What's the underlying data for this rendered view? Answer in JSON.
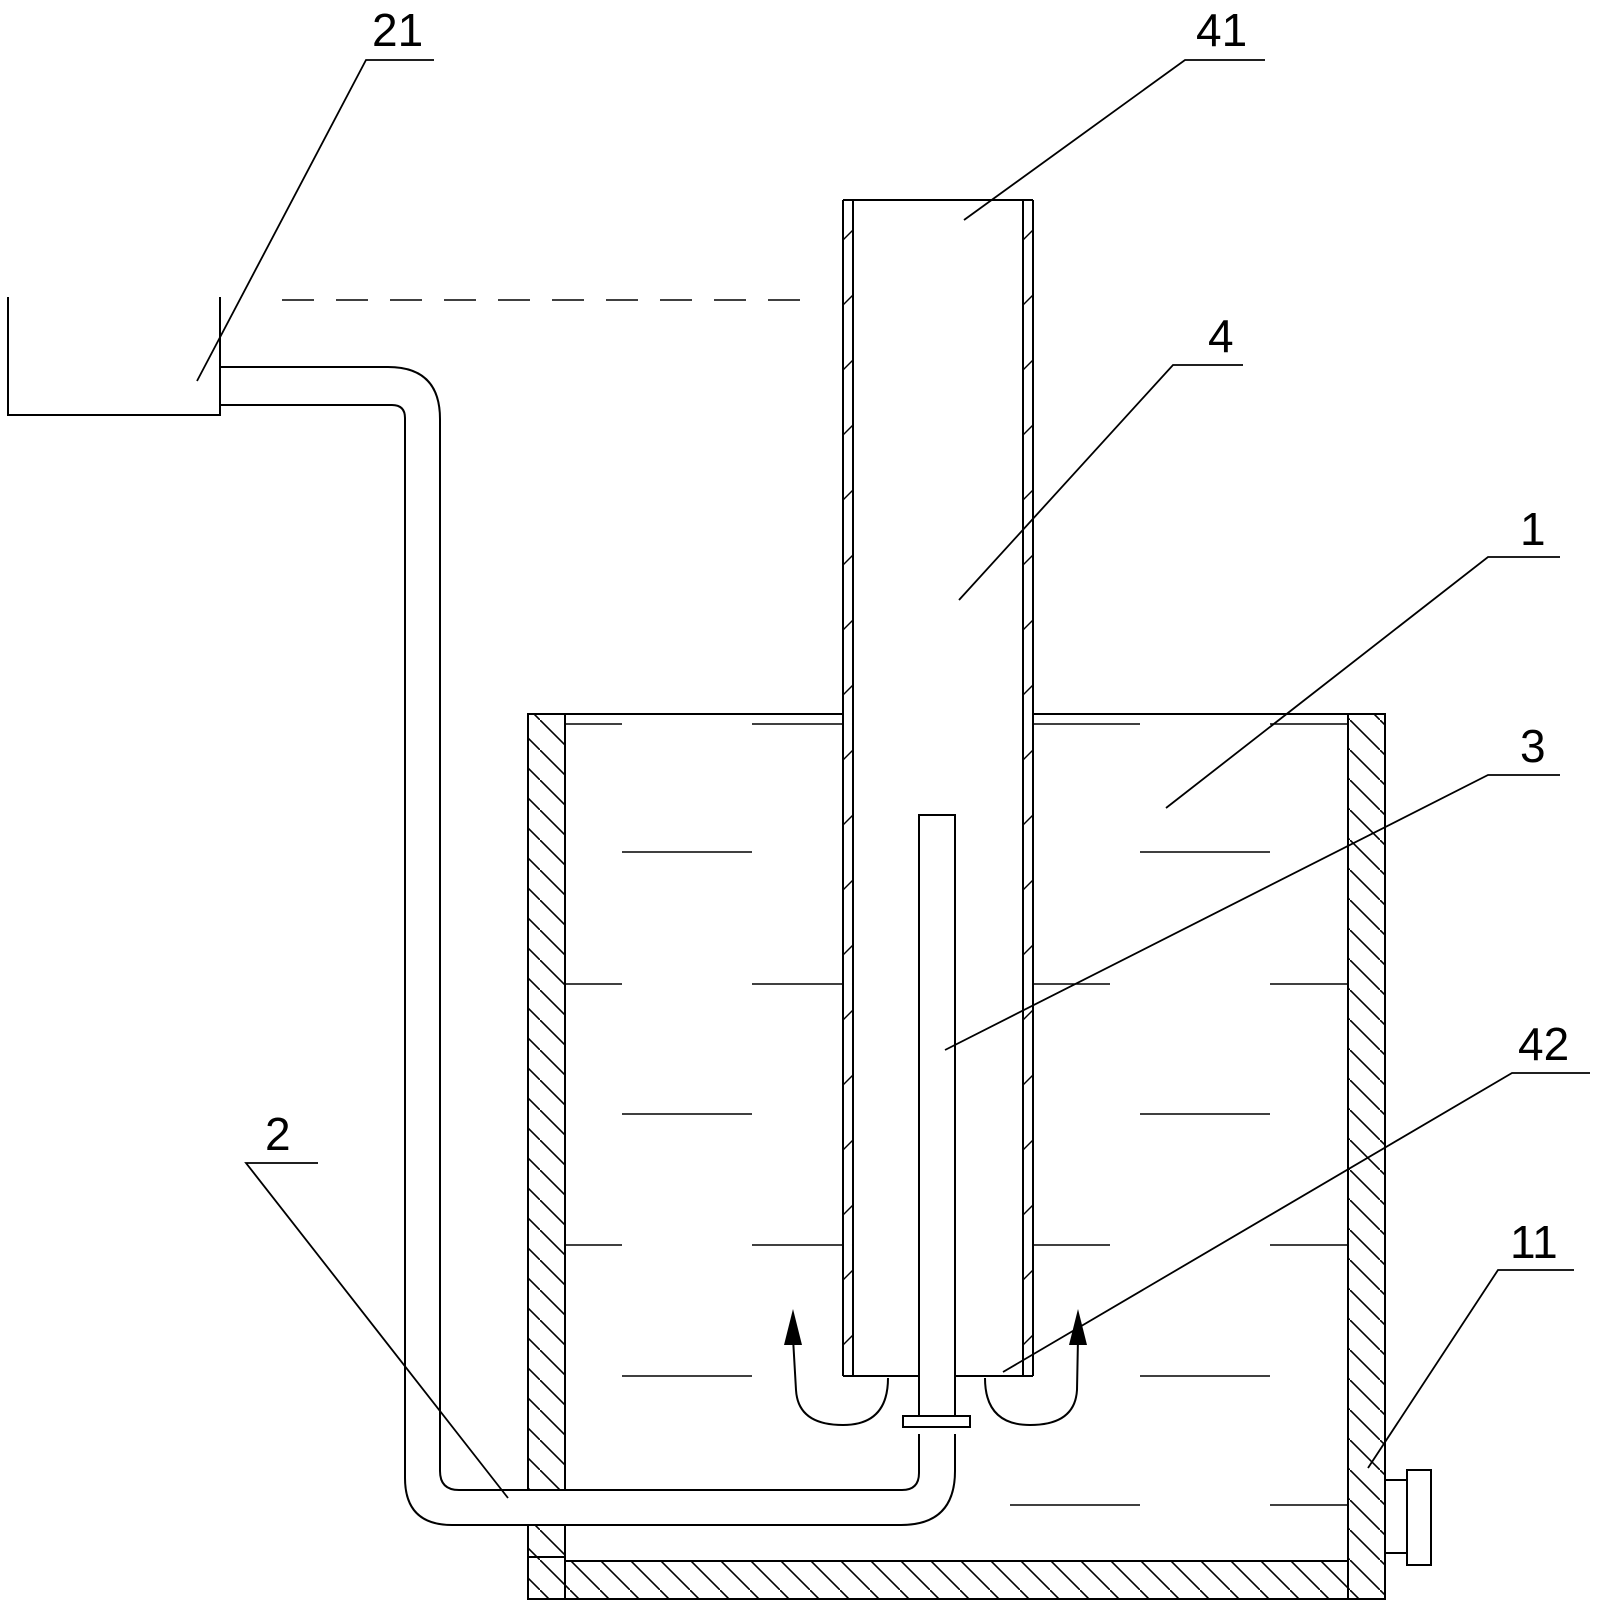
{
  "labels": {
    "l21": "21",
    "l41": "41",
    "l4": "4",
    "l1": "1",
    "l3": "3",
    "l42": "42",
    "l2": "2",
    "l11": "11"
  },
  "colors": {
    "line": "#000000",
    "background": "#ffffff"
  }
}
